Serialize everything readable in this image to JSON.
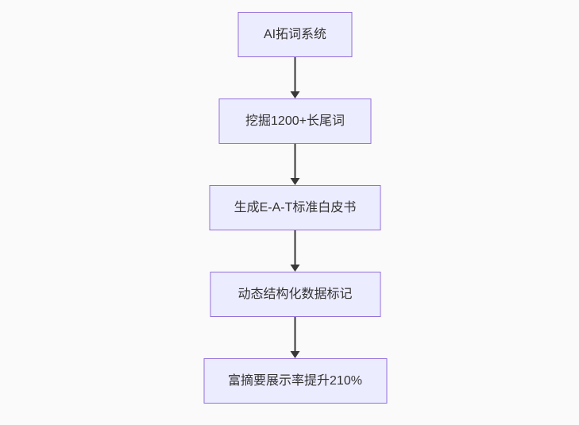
{
  "page": {
    "background": "#fafafa"
  },
  "flowchart": {
    "type": "flowchart",
    "direction": "top-down",
    "nodes": [
      {
        "id": "A",
        "label": "AI拓词系统"
      },
      {
        "id": "B",
        "label": "挖掘1200+长尾词"
      },
      {
        "id": "C",
        "label": "生成E-A-T标准白皮书"
      },
      {
        "id": "D",
        "label": "动态结构化数据标记"
      },
      {
        "id": "E",
        "label": "富摘要展示率提升210%"
      }
    ],
    "edges": [
      {
        "from": "A",
        "to": "B",
        "arrow": "down"
      },
      {
        "from": "B",
        "to": "C",
        "arrow": "down"
      },
      {
        "from": "C",
        "to": "D",
        "arrow": "down"
      },
      {
        "from": "D",
        "to": "E",
        "arrow": "down"
      }
    ],
    "style": {
      "node_fill": "#ececff",
      "node_border": "#9370db",
      "text_color": "#333333",
      "arrow_color": "#383838"
    }
  }
}
